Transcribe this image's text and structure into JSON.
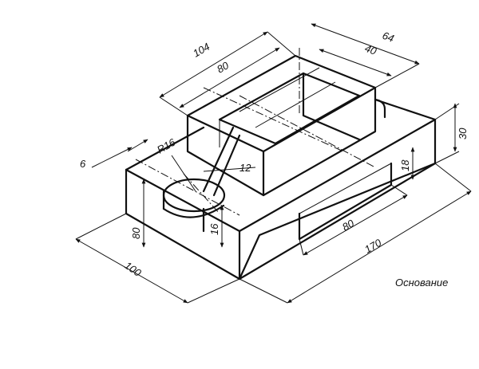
{
  "caption": "Основание",
  "dimensions": {
    "d104": "104",
    "d80_top": "80",
    "d64": "64",
    "d40": "40",
    "dR16": "R16",
    "d6": "6",
    "d12": "12",
    "d30": "30",
    "d18": "18",
    "d80_bottom": "80",
    "d170": "170",
    "d16": "16",
    "d80_height": "80",
    "d100": "100"
  }
}
